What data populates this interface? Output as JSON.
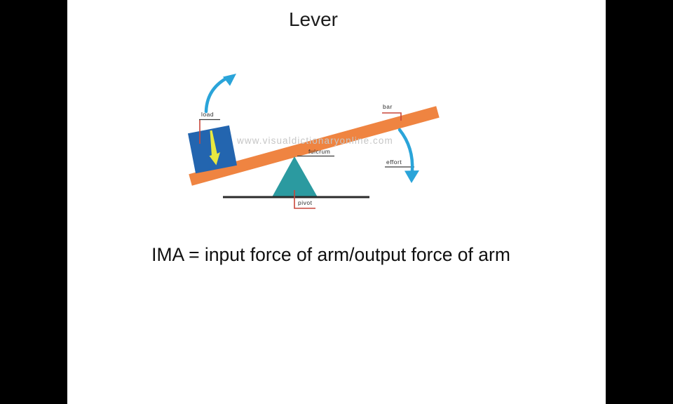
{
  "slide": {
    "title": "Lever",
    "formula": "IMA = input force of arm/output force of arm",
    "watermark": "www.visualdictionaryonline.com"
  },
  "diagram": {
    "labels": {
      "load": "load",
      "bar": "bar",
      "fulcrum": "fulcrum",
      "effort": "effort",
      "pivot": "pivot"
    }
  },
  "colors": {
    "bar-orange": "#ef8441",
    "load-blue": "#2365af",
    "force-yellow": "#e9e83f",
    "fulcrum-teal": "#2b9aa0",
    "arrow-cyan": "#2aa4d9",
    "connector-red": "#c9473a",
    "connector-black": "#3a3a3a",
    "ground-black": "#2b2b2b",
    "watermark-gray": "#c6c6c6"
  }
}
